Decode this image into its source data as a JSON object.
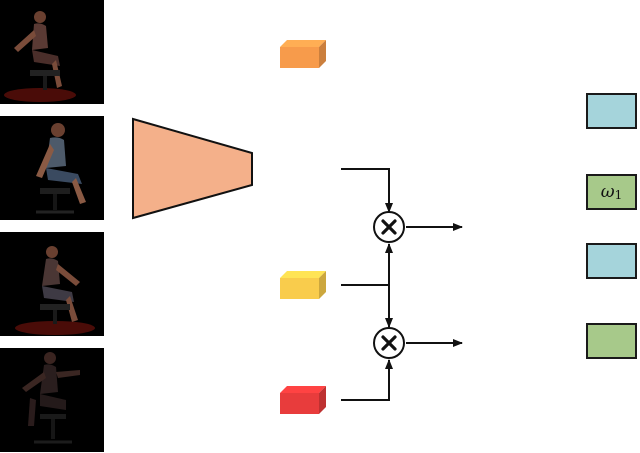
{
  "colors": {
    "encoder": "#f4b08a",
    "token_orange": "#f79b4b",
    "token_yellow": "#f9cc4c",
    "token_red": "#e83c3c",
    "output_blue": "#a5d4db",
    "output_green": "#a7c98a",
    "line": "#111111"
  },
  "icons": {
    "multiply": "multiply-icon",
    "arrow": "arrow-head-icon"
  },
  "outputs": [
    {
      "color": "output_blue",
      "label": ""
    },
    {
      "color": "output_green",
      "label": "ω",
      "subscript": "1"
    },
    {
      "color": "output_blue",
      "label": ""
    },
    {
      "color": "output_green",
      "label": ""
    }
  ]
}
